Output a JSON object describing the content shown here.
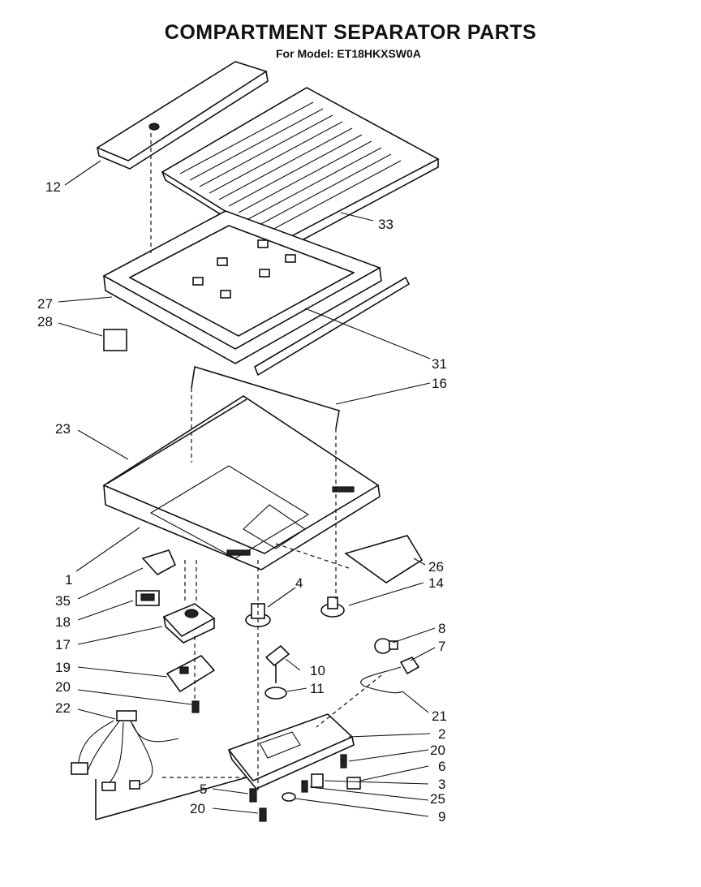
{
  "title": "COMPARTMENT SEPARATOR PARTS",
  "subtitle": "For Model: ET18HKXSW0A",
  "callouts": {
    "c12": "12",
    "c33": "33",
    "c27": "27",
    "c28": "28",
    "c31": "31",
    "c16": "16",
    "c23": "23",
    "c1": "1",
    "c26": "26",
    "c14": "14",
    "c4": "4",
    "c35": "35",
    "c18": "18",
    "c17": "17",
    "c19": "19",
    "c20a": "20",
    "c22": "22",
    "c8": "8",
    "c7": "7",
    "c10": "10",
    "c11": "11",
    "c21": "21",
    "c2": "2",
    "c20b": "20",
    "c6": "6",
    "c3": "3",
    "c5": "5",
    "c25": "25",
    "c20c": "20",
    "c9": "9"
  }
}
